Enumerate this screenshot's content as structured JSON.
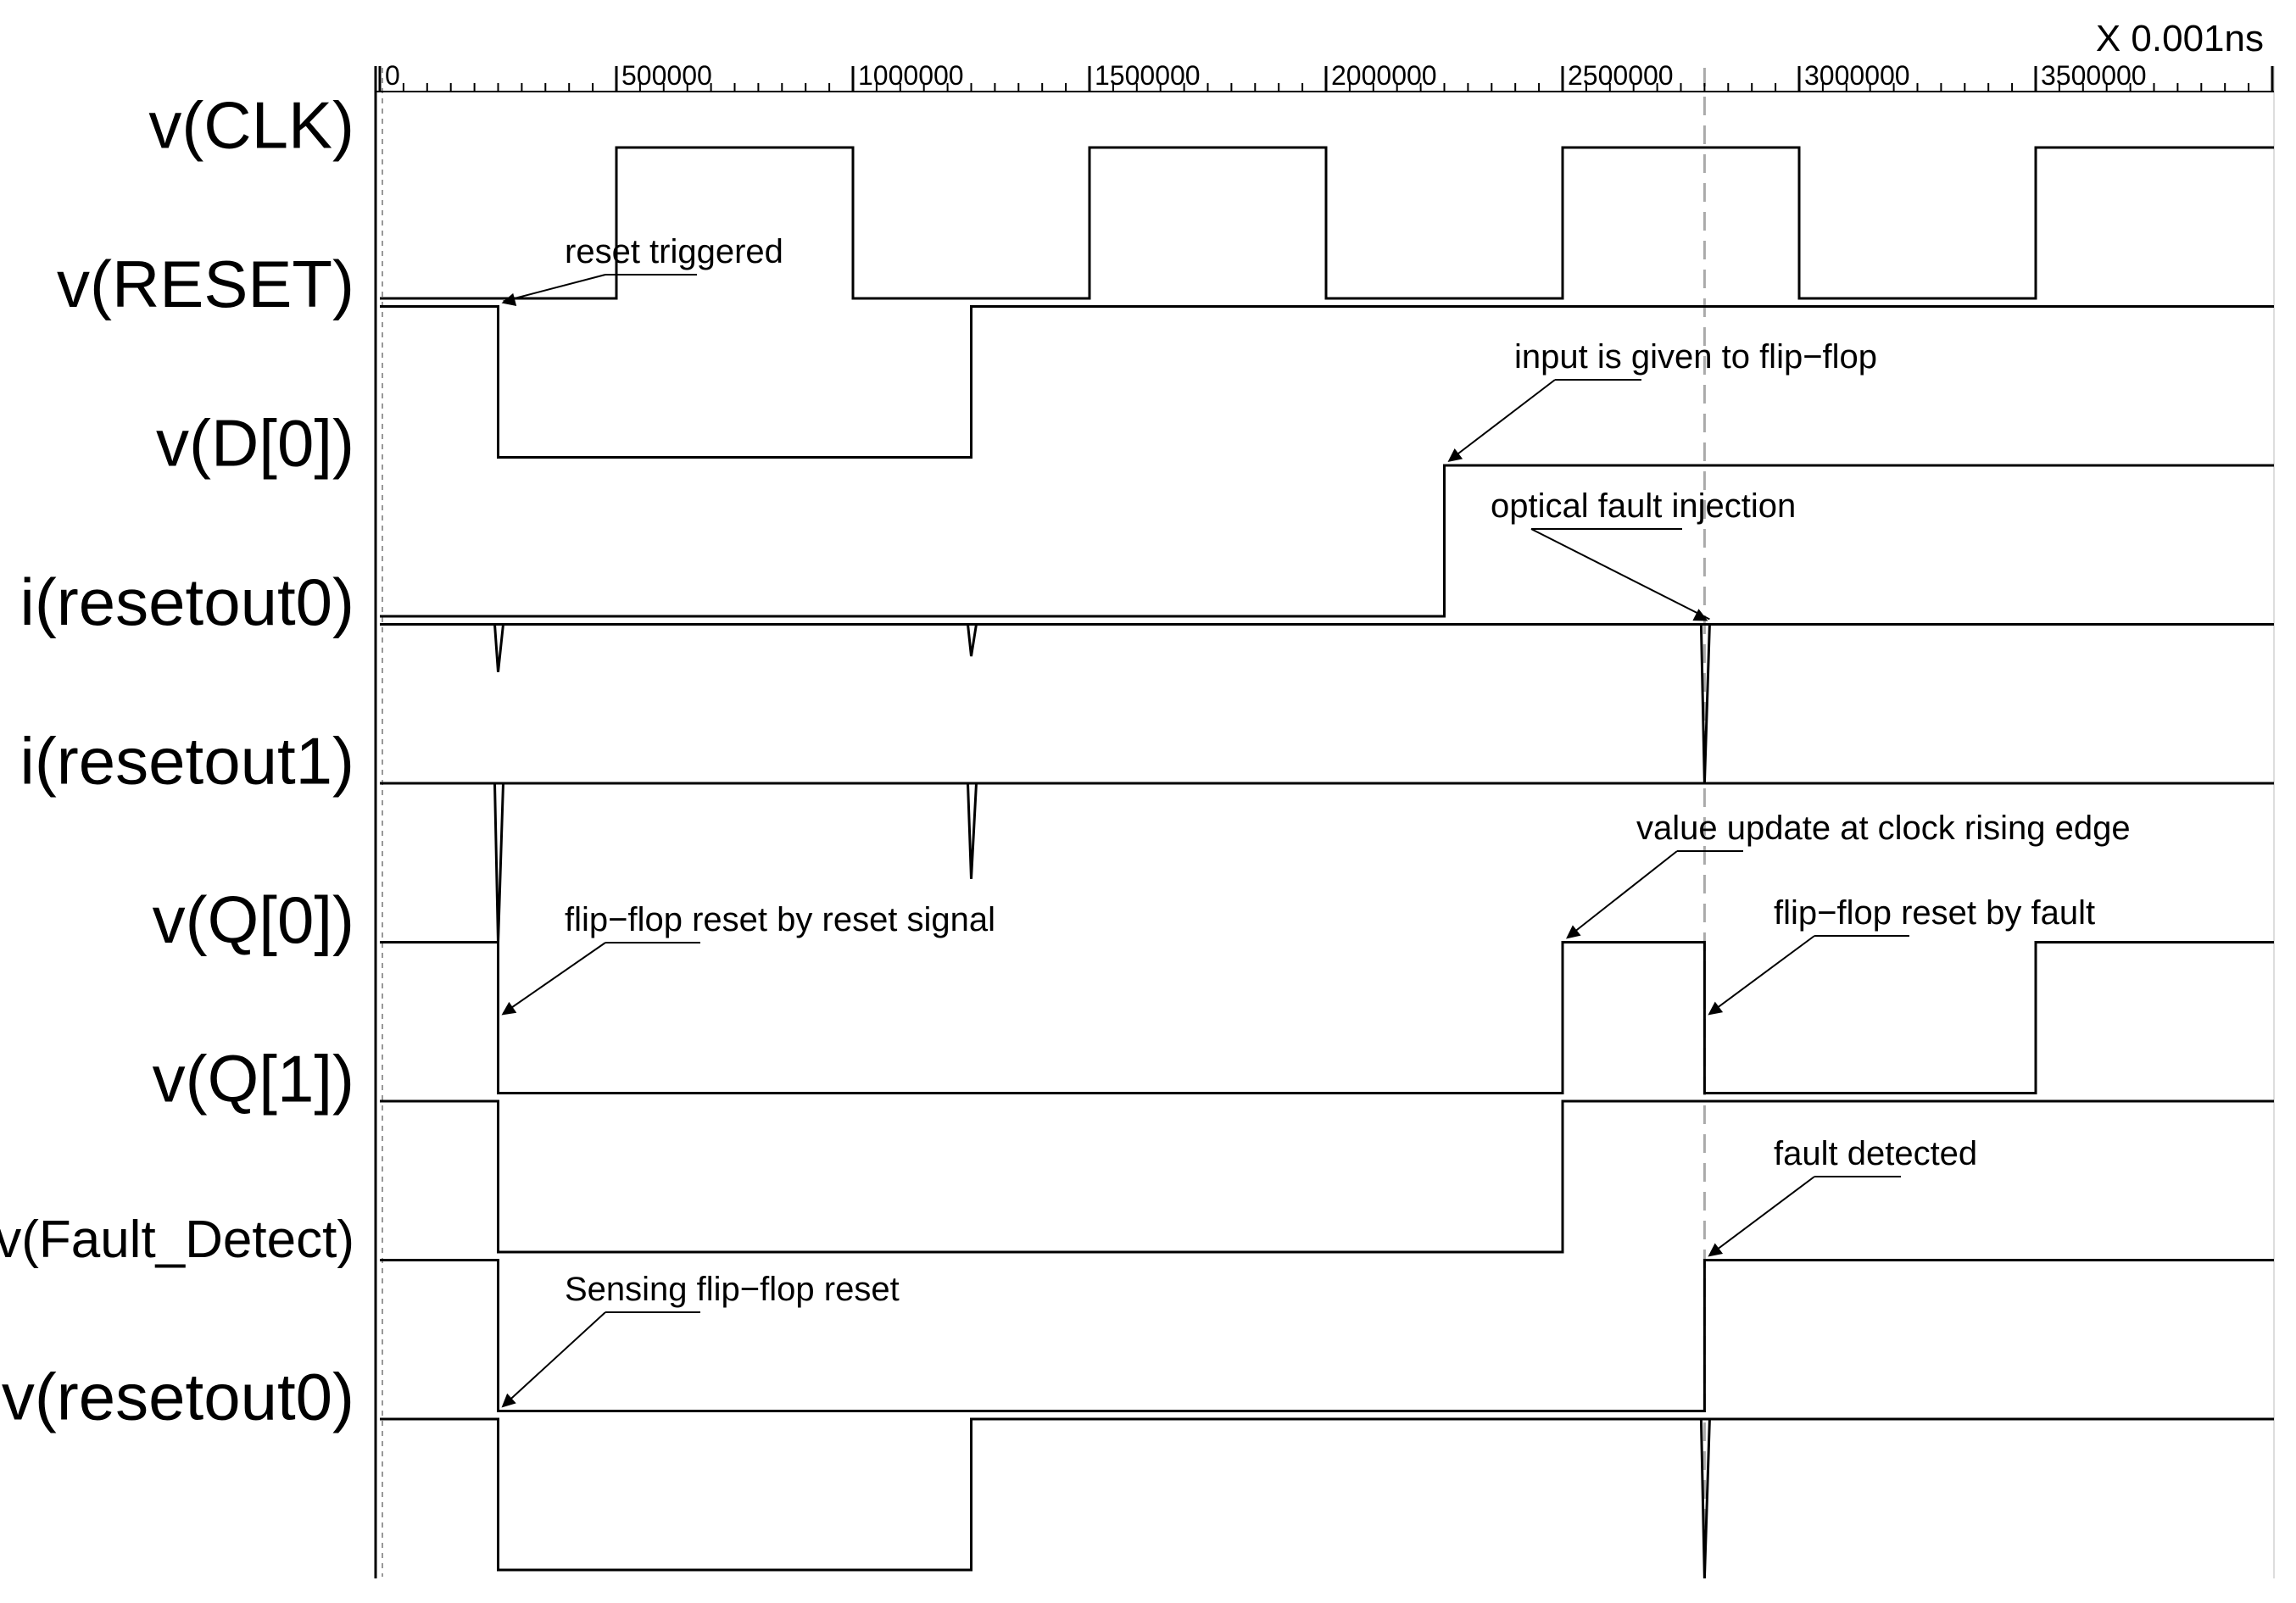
{
  "chart_data": {
    "type": "line",
    "title": "",
    "x_unit": "X 0.001ns",
    "xlim": [
      0,
      4000000
    ],
    "x_ticks": [
      0,
      500000,
      1000000,
      1500000,
      2000000,
      2500000,
      3000000,
      3500000
    ],
    "x_tick_labels": [
      "0",
      "500000",
      "1000000",
      "1500000",
      "2000000",
      "2500000",
      "3000000",
      "3500000"
    ],
    "marker_x": 2800000,
    "series": [
      {
        "name": "v(CLK)",
        "kind": "digital",
        "initial": 0,
        "transitions": [
          [
            500000,
            1
          ],
          [
            1000000,
            0
          ],
          [
            1500000,
            1
          ],
          [
            2000000,
            0
          ],
          [
            2500000,
            1
          ],
          [
            3000000,
            0
          ],
          [
            3500000,
            1
          ]
        ]
      },
      {
        "name": "v(RESET)",
        "kind": "digital",
        "initial": 1,
        "transitions": [
          [
            250000,
            0
          ],
          [
            1250000,
            1
          ]
        ]
      },
      {
        "name": "v(D[0])",
        "kind": "digital",
        "initial": 0,
        "transitions": [
          [
            2250000,
            1
          ]
        ]
      },
      {
        "name": "i(resetout0)",
        "kind": "current",
        "baseline": 1,
        "spikes": [
          [
            250000,
            -0.3
          ],
          [
            1250000,
            -0.2
          ],
          [
            2800000,
            -1.0
          ]
        ]
      },
      {
        "name": "i(resetout1)",
        "kind": "current",
        "baseline": 1,
        "spikes": [
          [
            250000,
            -1.0
          ],
          [
            1250000,
            -0.6
          ]
        ]
      },
      {
        "name": "v(Q[0])",
        "kind": "digital",
        "initial": 1,
        "transitions": [
          [
            250000,
            0
          ],
          [
            2500000,
            1
          ],
          [
            2800000,
            0
          ],
          [
            3500000,
            1
          ]
        ]
      },
      {
        "name": "v(Q[1])",
        "kind": "digital",
        "initial": 1,
        "transitions": [
          [
            250000,
            0
          ],
          [
            2500000,
            1
          ]
        ]
      },
      {
        "name": "v(Fault_Detect)",
        "kind": "digital",
        "initial": 1,
        "transitions": [
          [
            250000,
            0
          ],
          [
            2800000,
            1
          ]
        ]
      },
      {
        "name": "v(resetout0)",
        "kind": "digital",
        "initial": 1,
        "transitions": [
          [
            250000,
            0
          ],
          [
            1250000,
            1
          ]
        ],
        "spikes": [
          [
            2800000,
            -1.0
          ]
        ]
      }
    ],
    "annotations": [
      {
        "text": "reset triggered",
        "target_series": 1,
        "x": 250000,
        "y": 1
      },
      {
        "text": "input is given to flip−flop",
        "target_series": 2,
        "x": 2250000,
        "y": 1
      },
      {
        "text": "optical fault injection",
        "target_series": 3,
        "x": 2800000,
        "y": 1
      },
      {
        "text": "value update at clock rising edge",
        "target_series": 5,
        "x": 2500000,
        "y": 1
      },
      {
        "text": "flip−flop reset by reset signal",
        "target_series": 5,
        "x": 250000,
        "y": 0.5
      },
      {
        "text": "flip−flop reset by fault",
        "target_series": 5,
        "x": 2800000,
        "y": 0.5
      },
      {
        "text": "fault detected",
        "target_series": 7,
        "x": 2800000,
        "y": 1
      },
      {
        "text": "Sensing flip−flop reset",
        "target_series": 7,
        "x": 250000,
        "y": 0
      }
    ],
    "colors": {
      "trace": "#000000",
      "marker": "#aaaaaa",
      "background": "#ffffff"
    }
  }
}
